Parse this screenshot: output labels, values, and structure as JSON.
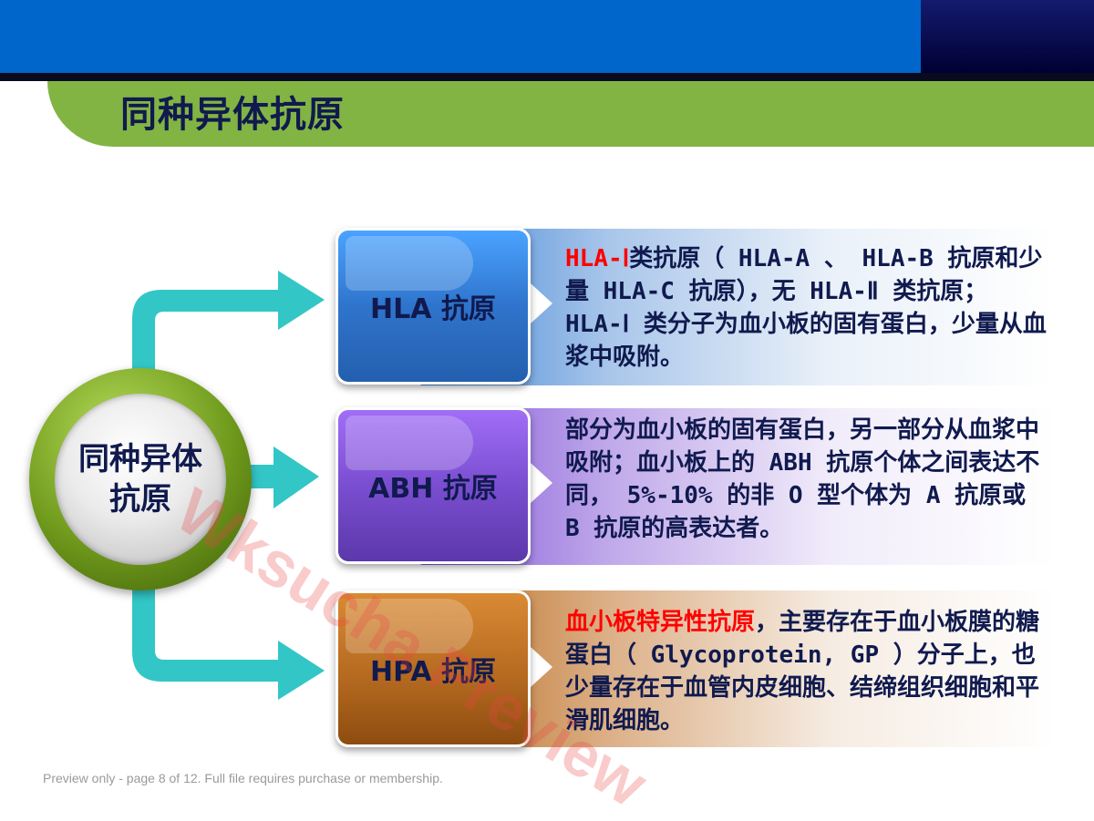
{
  "slide": {
    "title": "同种异体抗原",
    "hub_line1": "同种异体",
    "hub_line2": "抗原"
  },
  "items": [
    {
      "label": "HLA 抗原",
      "desc_parts": [
        "HLA-Ⅰ",
        "类抗原（ HLA-A 、 HLA-B 抗原和少量 HLA-C 抗原），无 HLA-Ⅱ 类抗原； HLA-Ⅰ 类分子为血小板的固有蛋白，少量从血浆中吸附。"
      ]
    },
    {
      "label": "ABH 抗原",
      "desc": "部分为血小板的固有蛋白，另一部分从血浆中吸附；血小板上的 ABH 抗原个体之间表达不同， 5%-10% 的非 O 型个体为 A 抗原或 B 抗原的高表达者。"
    },
    {
      "label": "HPA 抗原",
      "desc_parts": [
        "血小板特异性抗原",
        "，主要存在于血小板膜的糖蛋白（ Glycoprotein, GP ）分子上，也少量存在于血管内皮细胞、结缔组织细胞和平滑肌细胞。"
      ]
    }
  ],
  "watermark": "Wksucha Preview",
  "footer": "Preview only - page 8 of 12. Full file requires purchase or membership.",
  "colors": {
    "top_bar": "#0066cc",
    "title_band": "#82b444",
    "text": "#101a4e",
    "highlight": "#ff0000",
    "arrows": "#33c6c6"
  }
}
